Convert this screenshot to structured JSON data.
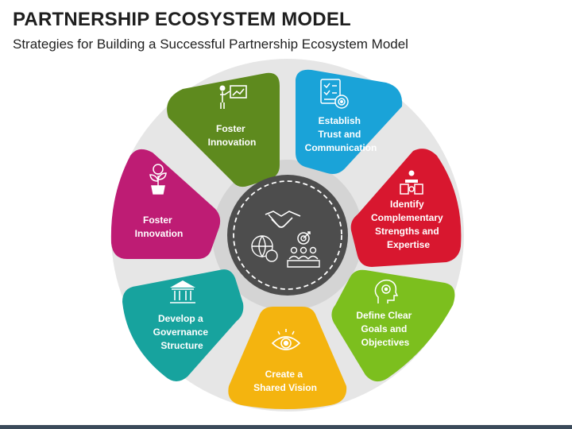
{
  "header": {
    "title": "PARTNERSHIP ECOSYSTEM MODEL",
    "subtitle": "Strategies for Building a Successful Partnership Ecosystem Model"
  },
  "segments": [
    {
      "lines": [
        "Foster",
        "Innovation"
      ],
      "color": "#5e8a1e",
      "icon": "presenter-chart-icon"
    },
    {
      "lines": [
        "Establish",
        "Trust and",
        "Communication"
      ],
      "color": "#1aa3d8",
      "icon": "checklist-target-icon"
    },
    {
      "lines": [
        "Identify",
        "Complementary",
        "Strengths and",
        "Expertise"
      ],
      "color": "#d8172f",
      "icon": "puzzle-people-icon"
    },
    {
      "lines": [
        "Define Clear",
        "Goals and",
        "Objectives"
      ],
      "color": "#7cbf1e",
      "icon": "head-gears-icon"
    },
    {
      "lines": [
        "Create a",
        "Shared Vision"
      ],
      "color": "#f4b40f",
      "icon": "eye-icon"
    },
    {
      "lines": [
        "Develop a",
        "Governance",
        "Structure"
      ],
      "color": "#17a39e",
      "icon": "institution-icon"
    },
    {
      "lines": [
        "Foster",
        "Innovation"
      ],
      "color": "#be1c74",
      "icon": "plant-bulb-icon"
    }
  ],
  "center": {
    "color": "#4d4d4d",
    "icon": "handshake-globe-team-icon"
  },
  "colors": {
    "ring": "#e3e3e3",
    "title": "#1f1f1f"
  }
}
